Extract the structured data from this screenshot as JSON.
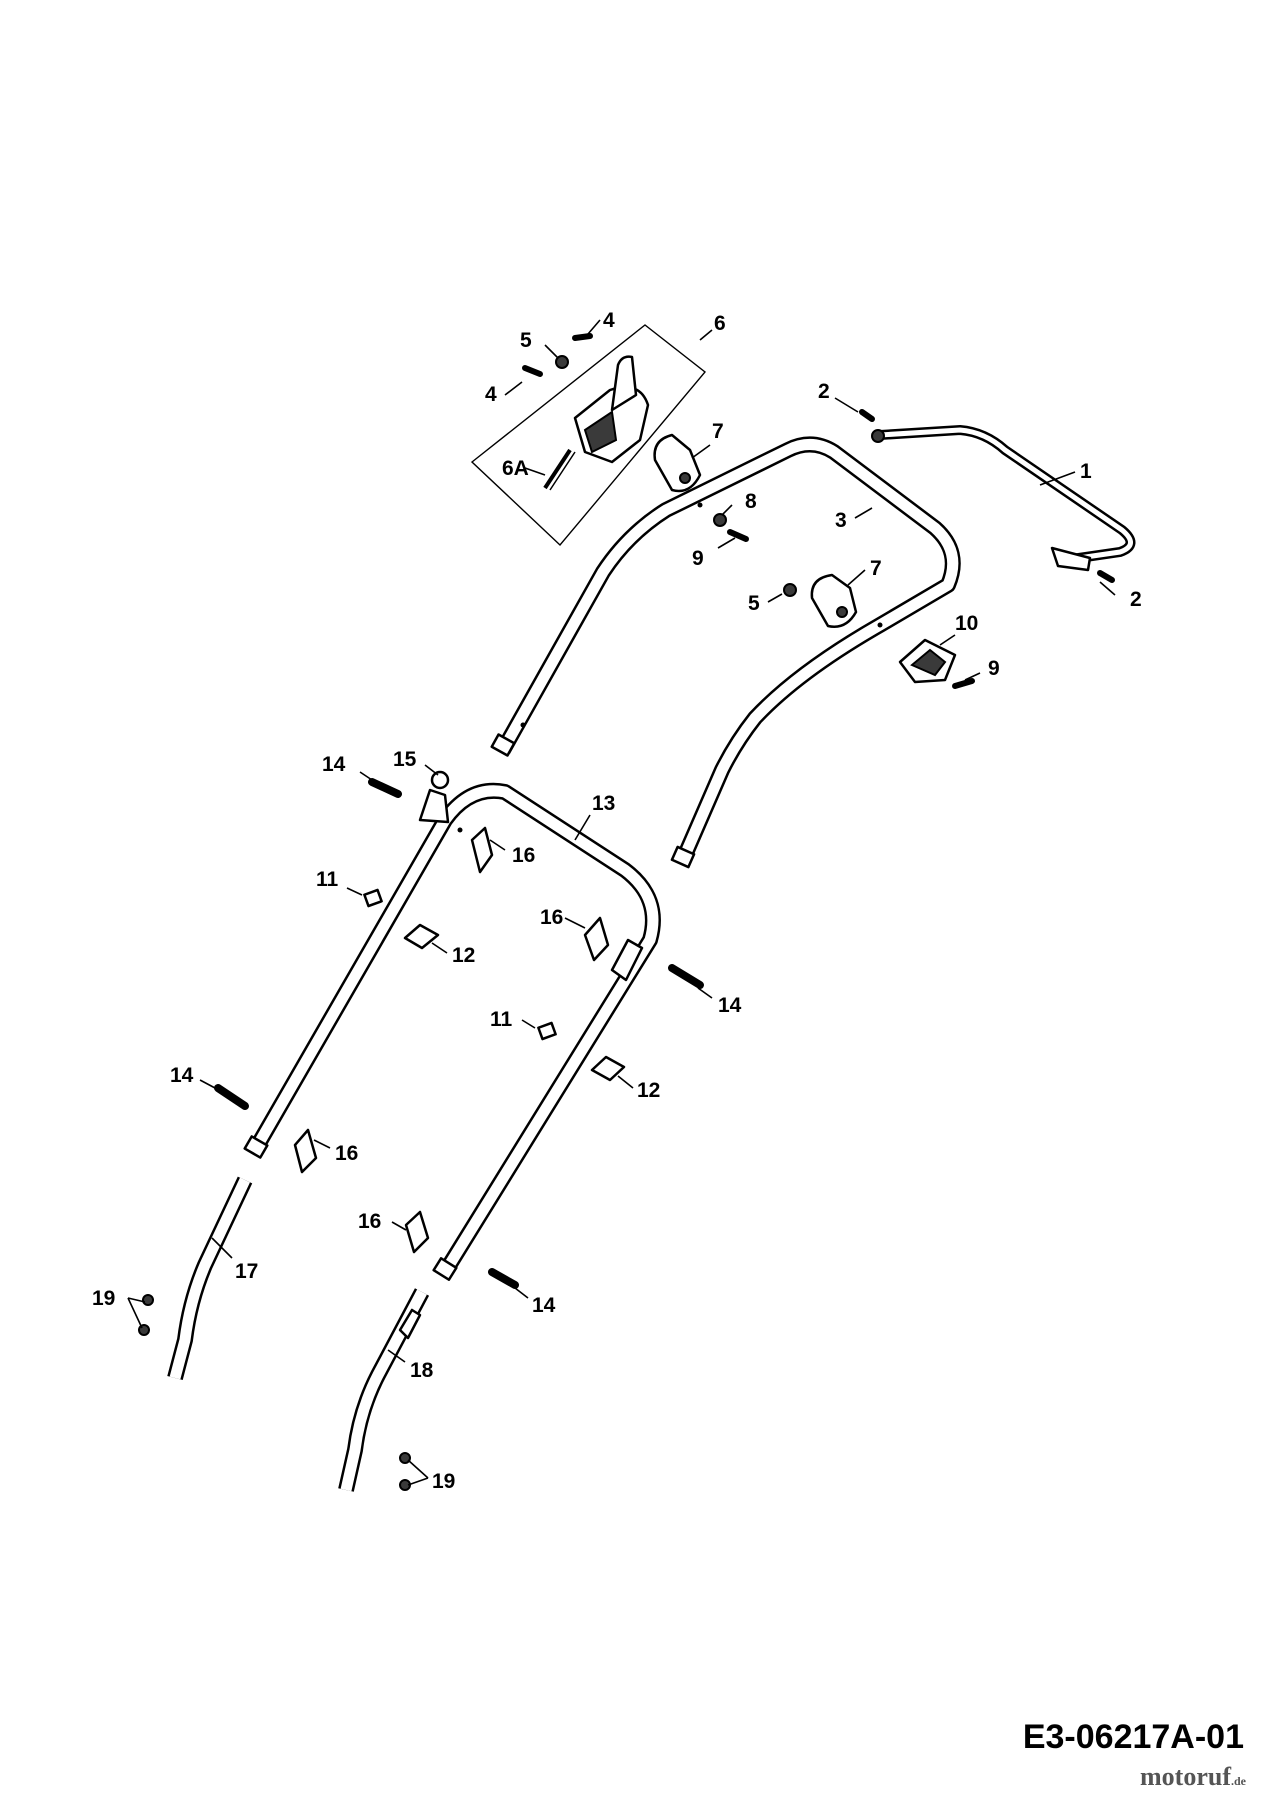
{
  "drawing": {
    "code": "E3-06217A-01",
    "watermark_name": "motoruf",
    "watermark_tld": ".de"
  },
  "callouts": [
    "1",
    "2",
    "2",
    "3",
    "4",
    "4",
    "5",
    "5",
    "6",
    "6A",
    "7",
    "7",
    "8",
    "9",
    "9",
    "10",
    "11",
    "11",
    "12",
    "12",
    "13",
    "14",
    "14",
    "14",
    "14",
    "15",
    "16",
    "16",
    "16",
    "16",
    "17",
    "18",
    "19",
    "19"
  ]
}
